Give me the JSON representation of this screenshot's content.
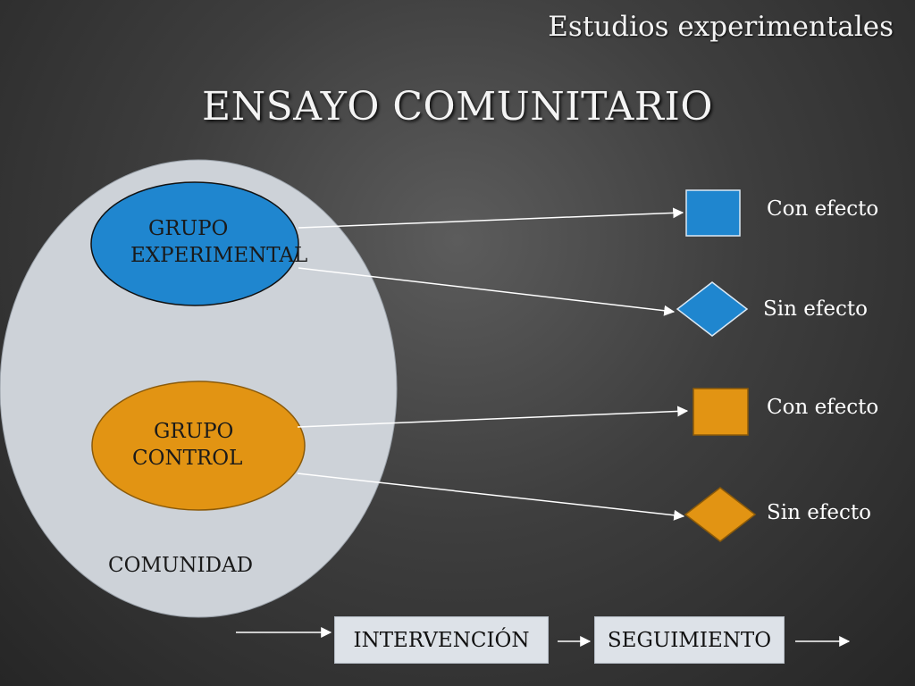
{
  "slide": {
    "header": "Estudios experimentales",
    "title": "ENSAYO COMUNITARIO"
  },
  "community": {
    "label": "COMUNIDAD",
    "fill": "#cdd2d8"
  },
  "groups": {
    "experimental": {
      "line1": "GRUPO",
      "line2": "EXPERIMENTAL",
      "fill": "#1f86cf"
    },
    "control": {
      "line1": "GRUPO",
      "line2": "CONTROL",
      "fill": "#e29413"
    }
  },
  "outcomes": [
    {
      "label": "Con efecto",
      "shape": "square",
      "color": "#1f86cf"
    },
    {
      "label": "Sin efecto",
      "shape": "diamond",
      "color": "#1f86cf"
    },
    {
      "label": "Con efecto",
      "shape": "square",
      "color": "#e29413"
    },
    {
      "label": "Sin efecto",
      "shape": "diamond",
      "color": "#e29413"
    }
  ],
  "process": {
    "step1": "INTERVENCIÓN",
    "step2": "SEGUIMIENTO"
  }
}
